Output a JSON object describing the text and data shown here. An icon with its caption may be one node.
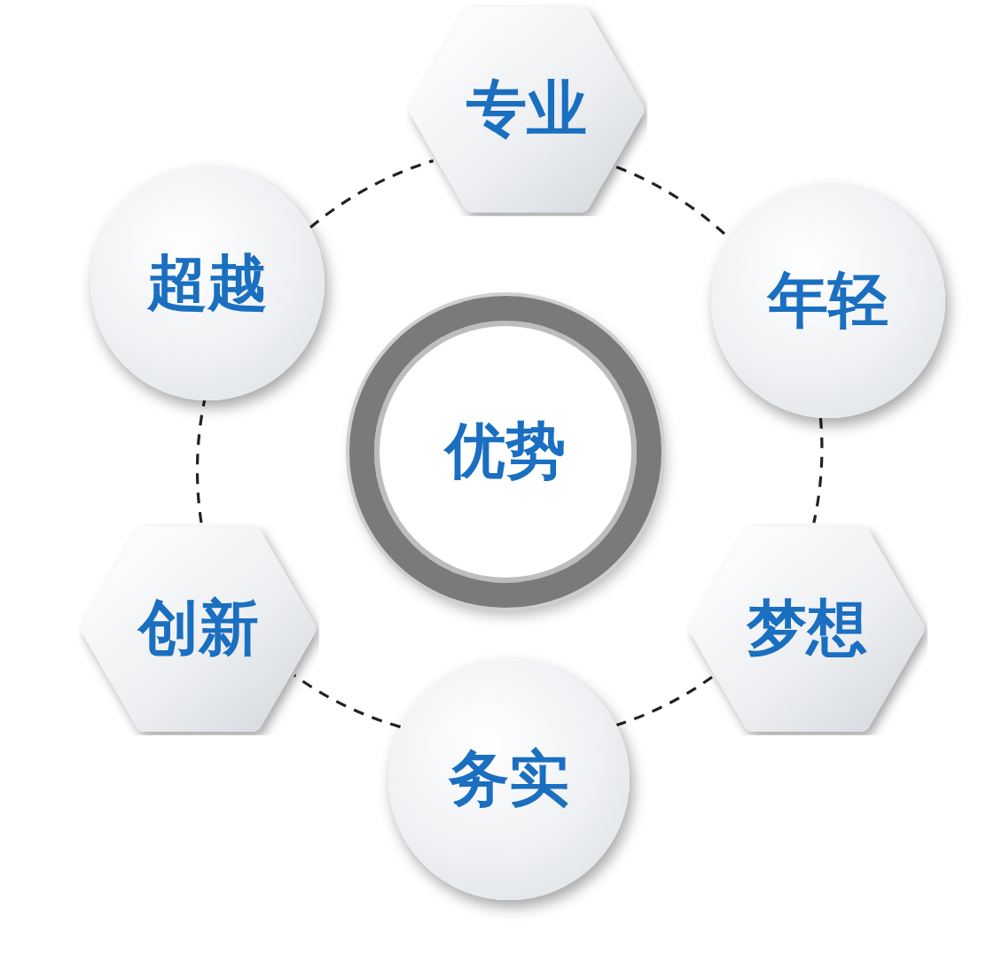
{
  "diagram": {
    "nodes": [
      {
        "text": [
          "优势"
        ]
      },
      {
        "text": [
          "专业"
        ]
      },
      {
        "text": [
          "年轻"
        ]
      },
      {
        "text": [
          "梦想"
        ]
      },
      {
        "text": [
          "务实"
        ]
      },
      {
        "text": [
          "创新"
        ]
      },
      {
        "text": [
          "超越"
        ]
      }
    ],
    "edges": [
      {
        "from": 1,
        "to": 2,
        "arrow": "none",
        "style": "dashed"
      },
      {
        "from": 2,
        "to": 3,
        "arrow": "none",
        "style": "dashed"
      },
      {
        "from": 3,
        "to": 4,
        "arrow": "none",
        "style": "dashed"
      },
      {
        "from": 4,
        "to": 5,
        "arrow": "none",
        "style": "dashed"
      },
      {
        "from": 5,
        "to": 6,
        "arrow": "none",
        "style": "dashed"
      },
      {
        "from": 6,
        "to": 1,
        "arrow": "none",
        "style": "dashed"
      }
    ]
  }
}
